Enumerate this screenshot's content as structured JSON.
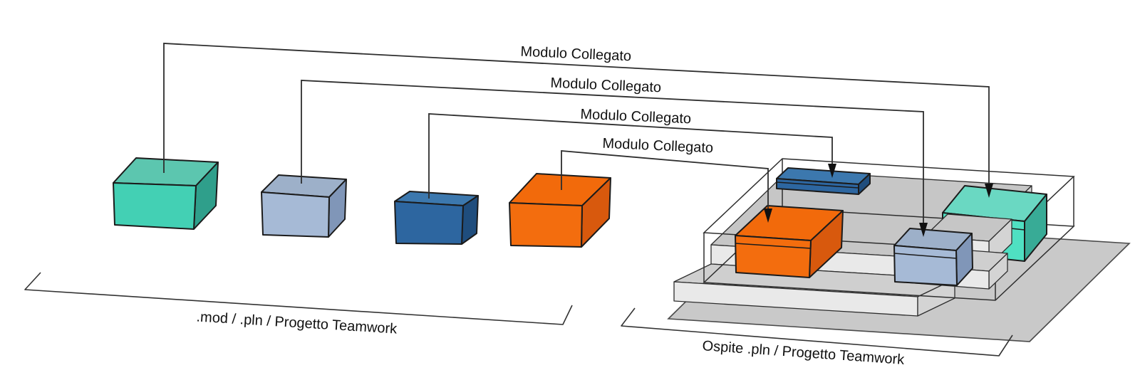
{
  "diagram": {
    "connector_labels": [
      "Modulo Collegato",
      "Modulo Collegato",
      "Modulo Collegato",
      "Modulo Collegato"
    ],
    "source_group": {
      "label": ".mod / .pln / Progetto Teamwork",
      "modules": [
        {
          "name": "modulo-teal",
          "color": "#43D0B4",
          "top": "#5CC6AF",
          "side": "#2F9F8B"
        },
        {
          "name": "modulo-steel-blue",
          "color": "#A6BAD6",
          "top": "#9DB0C9",
          "side": "#8096B8"
        },
        {
          "name": "modulo-dark-blue",
          "color": "#2D66A0",
          "top": "#3C78AE",
          "side": "#1F4D7D"
        },
        {
          "name": "modulo-orange",
          "color": "#F36D0E",
          "top": "#F26A0B",
          "side": "#D8590D"
        }
      ]
    },
    "host_group": {
      "label": "Ospite .pln / Progetto Teamwork",
      "modules": [
        {
          "name": "host-modulo-dark-blue",
          "color": "#2D66A0",
          "top": "#3C78AE",
          "side": "#1F4D7D"
        },
        {
          "name": "host-modulo-orange",
          "color": "#F36D0E",
          "top": "#F26A0B",
          "side": "#D8590D"
        },
        {
          "name": "host-modulo-steel-blue",
          "color": "#A6BAD6",
          "top": "#9DB0C9",
          "side": "#8096B8"
        },
        {
          "name": "host-modulo-teal",
          "color": "#4FE0C2",
          "top": "#6AD8C2",
          "side": "#38AB96"
        }
      ]
    },
    "colors": {
      "line": "#2e2e2e",
      "plate": "#c9c9c9",
      "slab_top": "#c6c6c6",
      "slab_front": "#e9e9e9",
      "slab_side": "#d4d4d4"
    }
  }
}
